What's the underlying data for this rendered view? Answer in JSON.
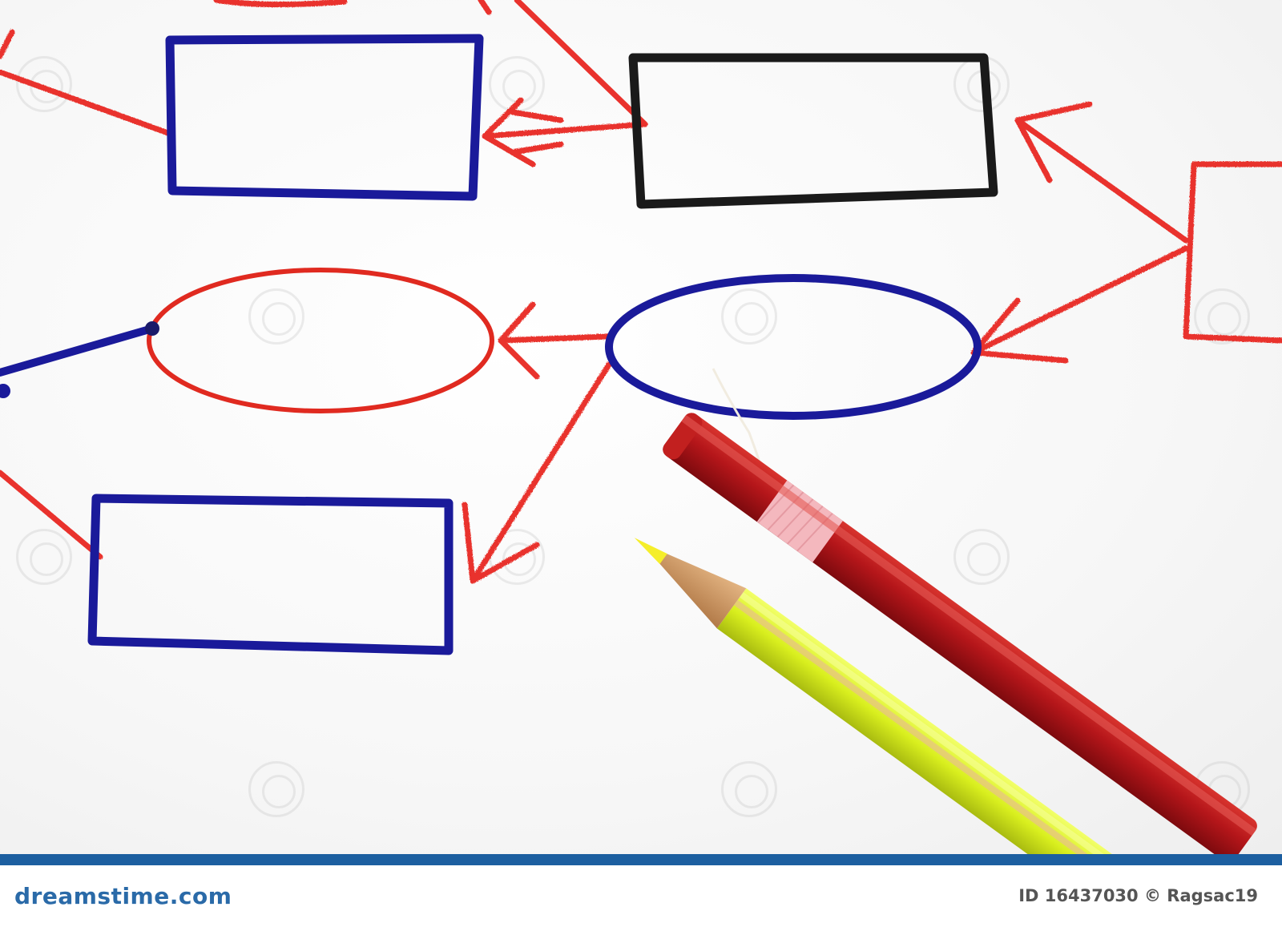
{
  "footer": {
    "brand": "dreamstime.com",
    "credit": "ID 16437030 © Ragsac19"
  },
  "colors": {
    "blue_ink": "#1a1a9a",
    "black_ink": "#1a1a1a",
    "red_ink": "#e02a20",
    "red_crayon": "#e8231b",
    "red_pencil": "#b5161a",
    "yellow_pencil": "#dff22a",
    "footer_blue": "#1c5fa0"
  },
  "objects": [
    {
      "name": "blue-rectangle-top-left"
    },
    {
      "name": "black-rectangle-top-right"
    },
    {
      "name": "red-oval-middle-left"
    },
    {
      "name": "blue-oval-middle-right"
    },
    {
      "name": "blue-rectangle-bottom-left"
    },
    {
      "name": "red-pencil"
    },
    {
      "name": "yellow-pencil"
    }
  ]
}
